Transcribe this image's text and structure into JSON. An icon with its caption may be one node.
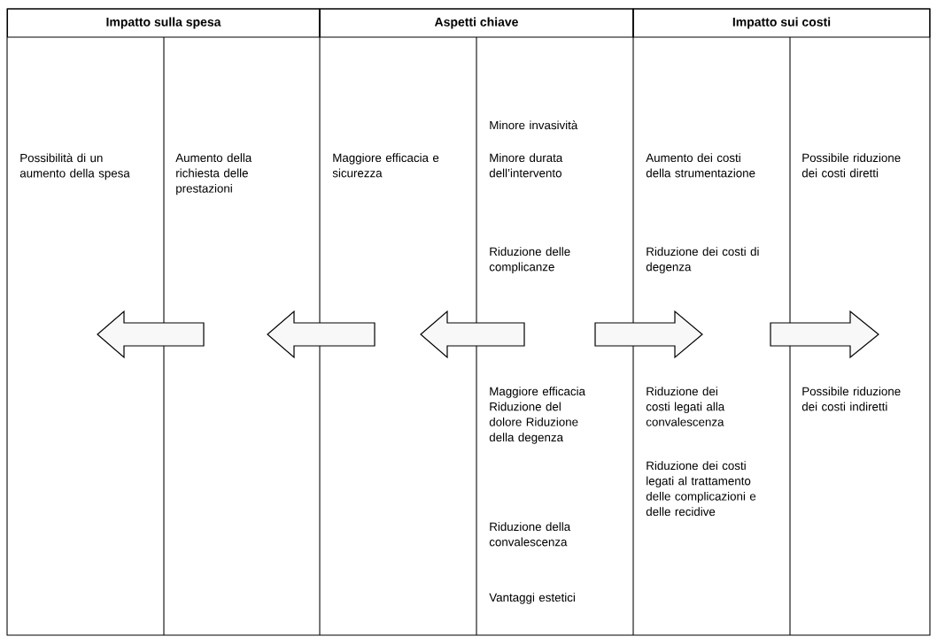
{
  "diagram": {
    "nodes": [
      {
        "text": [
          "Impatto sulla spesa"
        ]
      },
      {
        "text": [
          "Aspetti chiave"
        ]
      },
      {
        "text": [
          "Impatto sui costi"
        ]
      }
    ],
    "labels": [
      "Minore invasività",
      "Possibilità di un aumento della spesa",
      "Aumento della richiesta delle prestazioni",
      "Maggiore efficacia e sicurezza",
      "Minore durata dell’intervento",
      "Aumento dei costi della strumentazione",
      "Possibile riduzione dei costi diretti",
      "Riduzione delle complicanze",
      "Riduzione dei costi di degenza",
      "Maggiore efficacia Riduzione del dolore Riduzione della degenza",
      "Riduzione dei costi legati alla convalescenza",
      "Possibile riduzione dei costi indiretti",
      "Riduzione dei costi legati al trattamento delle complicazioni e delle recidive",
      "Riduzione della convalescenza",
      "Vantaggi estetici"
    ]
  }
}
